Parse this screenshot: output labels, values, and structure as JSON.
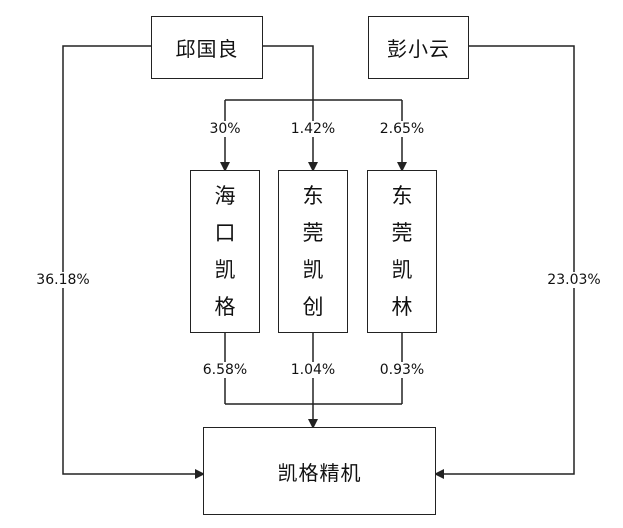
{
  "shareholders": {
    "qiu": "邱国良",
    "peng": "彭小云"
  },
  "entities": [
    {
      "name": "海口凯格",
      "pct_in": "30%",
      "pct_out": "6.58%"
    },
    {
      "name": "东莞凯创",
      "pct_in": "1.42%",
      "pct_out": "1.04%"
    },
    {
      "name": "东莞凯林",
      "pct_in": "2.65%",
      "pct_out": "0.93%"
    }
  ],
  "target": "凯格精机",
  "direct": {
    "qiu_pct": "36.18%",
    "peng_pct": "23.03%"
  }
}
